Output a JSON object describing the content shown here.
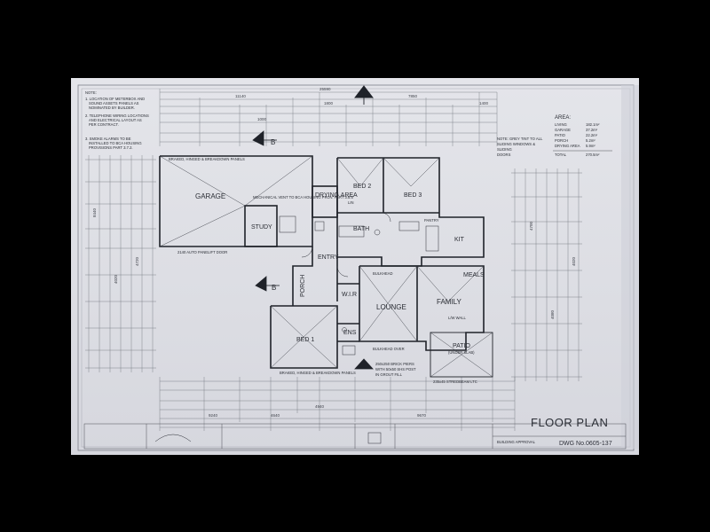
{
  "rooms": {
    "garage": "GARAGE",
    "study": "STUDY",
    "bed2": "BED 2",
    "bed3": "BED 3",
    "drying_area": "DRYING AREA",
    "bath": "BATH",
    "kit": "KIT",
    "entry": "ENTRY",
    "porch": "PORCH",
    "wir": "W.I.R",
    "ens": "ENS",
    "lounge": "LOUNGE",
    "family": "FAMILY",
    "meals": "MEALS",
    "bed1": "BED 1",
    "patio": "PATIO",
    "bulkhead": "BULKHEAD"
  },
  "notes": {
    "heading": "NOTE:",
    "n1a": "1. LOCATION OF METERBOX AND",
    "n1b": "SOUND ASSETS PANELS AS",
    "n1c": "NOMINATED BY BUILDER.",
    "n2a": "2. TELEPHONE WIRING LOCATIONS",
    "n2b": "AND ELECTRICAL LAYOUT AS",
    "n2c": "PER CONTRACT.",
    "n3a": "3. SMOKE ALARMS TO BE",
    "n3b": "INSTALLED TO BCA HOUSING",
    "n3c": "PROVISIONS PART 3.7.2."
  },
  "window_note": {
    "l1": "NOTE: GREY TINT TO ALL",
    "l2": "SLIDING WINDOWS &",
    "l3": "SLIDING",
    "l4": "DOORS"
  },
  "area_table": {
    "heading": "AREA:",
    "rows": [
      {
        "label": "LIVING",
        "value": "182.1m²"
      },
      {
        "label": "GARAGE",
        "value": "37.2m²"
      },
      {
        "label": "PATIO",
        "value": "22.2m²"
      },
      {
        "label": "PORCH",
        "value": "5.2m²"
      },
      {
        "label": "DRYING AREA",
        "value": "5.9m²"
      }
    ],
    "total_label": "TOTAL",
    "total_value": "270.5m²"
  },
  "annotations": {
    "garage_door": "2140 AUTO PANELIFT DOOR",
    "garage_top": "BRAKED, HINGED & BREAKDOWN PANELS",
    "mech_vent": "MECHANICAL VENT TO BCA HOUSING PROV. PART 3.8.5",
    "patio_sub": "(UNDER SLAB)",
    "brick_piers_a": "250x250 BRICK PIERS",
    "brick_piers_b": "WITH 50x50 SHS POST",
    "brick_piers_c": "IN GROUT FILL",
    "bulkhead_over": "BULKHEAD OVER",
    "wall_lw": "L/W WALL",
    "lintel": "235x45 STREDBEAM LTC",
    "bed1_bottom": "BRAKED, HINGED & BREAKDOWN PANELS",
    "linen": "LIN",
    "pantry": "PANTRY"
  },
  "dimensions": {
    "overall": "25590",
    "top_a": "11140",
    "top_b": "1800",
    "top_c": "7850",
    "top_d": "1400",
    "top_e": "1000",
    "left_a": "8440",
    "left_b": "4020",
    "left_c": "4720",
    "bottom_a": "9240",
    "bottom_b": "4640",
    "bottom_c": "4940",
    "bottom_d": "9670",
    "right_a": "4700",
    "right_b": "4080",
    "right_c": "4020"
  },
  "title_block": {
    "title": "FLOOR PLAN",
    "dwg_label": "DWG No.",
    "dwg_value": "0605-137",
    "status": "BUILDING APPROVAL"
  },
  "section_markers": {
    "top": "B",
    "mid": "B"
  }
}
